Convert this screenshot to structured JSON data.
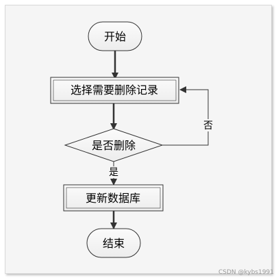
{
  "nodes": {
    "start": "开始",
    "select": "选择需要删除记录",
    "decision": "是否删除",
    "update": "更新数据库",
    "end": "结束"
  },
  "edge_labels": {
    "yes": "是",
    "no": "否"
  },
  "watermark": "CSDN @kybs1991"
}
